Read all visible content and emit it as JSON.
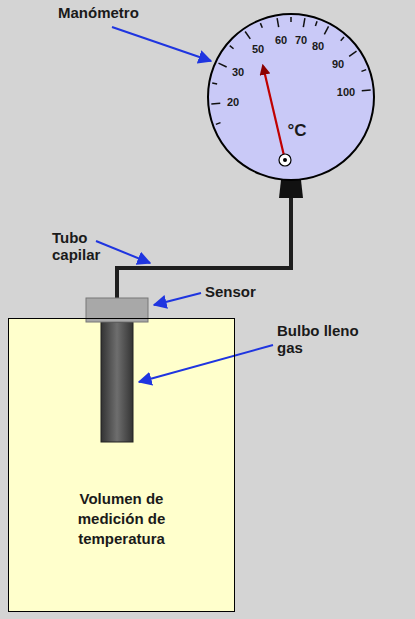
{
  "diagram": {
    "nodes": [
      {
        "text": [
          "°C"
        ]
      },
      {
        "text": [
          "Volumen de medición de temperatura"
        ]
      }
    ],
    "edges": [
      {
        "from": 0,
        "to": 1,
        "arrow": "none"
      }
    ],
    "labels": [
      "Manómetro",
      "20",
      "30",
      "50",
      "60",
      "70",
      "80",
      "90",
      "100",
      "Tubo capilar",
      "Sensor",
      "Bulbo lleno gas"
    ]
  }
}
